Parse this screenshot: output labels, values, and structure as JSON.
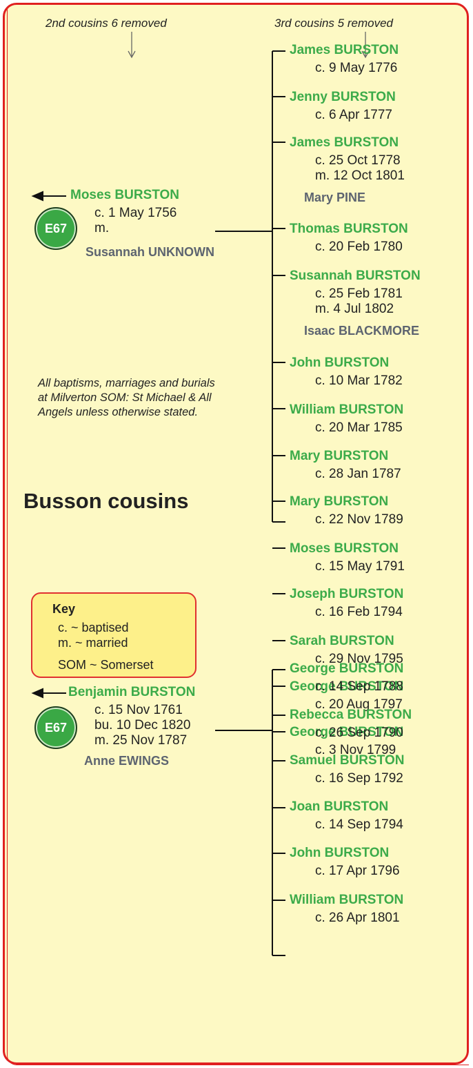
{
  "generations": {
    "left": "2nd cousins 6 removed",
    "right": "3rd cousins 5 removed"
  },
  "title": "Busson cousins",
  "note": "All baptisms, marriages and burials at Milverton SOM: St Michael & All Angels unless otherwise stated.",
  "key": {
    "heading": "Key",
    "lines": [
      "c. ~ baptised",
      "m. ~ married",
      "SOM ~ Somerset"
    ]
  },
  "family1": {
    "badge": "E67",
    "name": "Moses BURSTON",
    "details": [
      "c. 1 May 1756",
      "m."
    ],
    "spouse": "Susannah UNKNOWN",
    "children": [
      {
        "name": "James BURSTON",
        "details": [
          "c. 9 May 1776"
        ]
      },
      {
        "name": "Jenny BURSTON",
        "details": [
          "c. 6 Apr 1777"
        ]
      },
      {
        "name": "James BURSTON",
        "details": [
          "c. 25 Oct 1778",
          "m. 12 Oct 1801"
        ],
        "spouse": "Mary PINE"
      },
      {
        "name": "Thomas BURSTON",
        "details": [
          "c. 20 Feb 1780"
        ]
      },
      {
        "name": "Susannah BURSTON",
        "details": [
          "c. 25 Feb 1781",
          "m. 4 Jul 1802"
        ],
        "spouse": "Isaac BLACKMORE"
      },
      {
        "name": "John BURSTON",
        "details": [
          "c. 10 Mar 1782"
        ]
      },
      {
        "name": "William BURSTON",
        "details": [
          "c. 20 Mar 1785"
        ]
      },
      {
        "name": "Mary BURSTON",
        "details": [
          "c. 28 Jan 1787"
        ]
      },
      {
        "name": "Mary BURSTON",
        "details": [
          "c. 22 Nov 1789"
        ]
      },
      {
        "name": "Moses BURSTON",
        "details": [
          "c. 15 May 1791"
        ]
      },
      {
        "name": "Joseph BURSTON",
        "details": [
          "c. 16 Feb 1794"
        ]
      },
      {
        "name": "Sarah BURSTON",
        "details": [
          "c. 29 Nov 1795"
        ]
      },
      {
        "name": "George BURSTON",
        "details": [
          "c. 20 Aug 1797"
        ]
      },
      {
        "name": "George BURSTON",
        "details": [
          "c. 3 Nov 1799"
        ]
      }
    ]
  },
  "family2": {
    "badge": "E67",
    "name": "Benjamin BURSTON",
    "details": [
      "c. 15 Nov 1761",
      "bu. 10 Dec 1820",
      "m. 25 Nov 1787"
    ],
    "spouse": "Anne EWINGS",
    "children": [
      {
        "name": "George BURSTON",
        "details": [
          "c. 14 Sep 1788"
        ]
      },
      {
        "name": "Rebecca BURSTON",
        "details": [
          "c. 26 Sep 1790"
        ]
      },
      {
        "name": "Samuel BURSTON",
        "details": [
          "c. 16 Sep 1792"
        ]
      },
      {
        "name": "Joan BURSTON",
        "details": [
          "c. 14 Sep 1794"
        ]
      },
      {
        "name": "John BURSTON",
        "details": [
          "c. 17 Apr 1796"
        ]
      },
      {
        "name": "William BURSTON",
        "details": [
          "c. 26 Apr 1801"
        ]
      }
    ]
  }
}
